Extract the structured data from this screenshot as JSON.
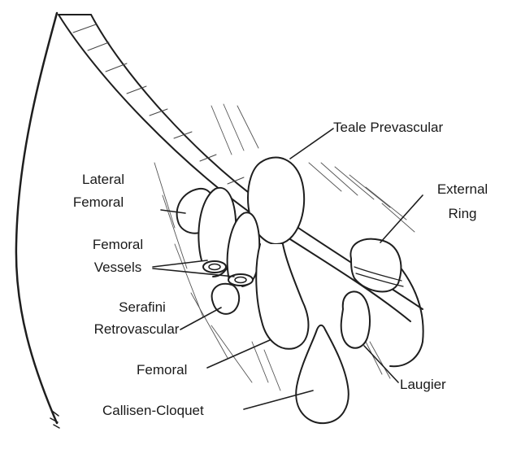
{
  "labels": {
    "teale_prevascular": "Teale Prevascular",
    "lateral_femoral_1": "Lateral",
    "lateral_femoral_2": "Femoral",
    "external_ring_1": "External",
    "external_ring_2": "Ring",
    "femoral_vessels_1": "Femoral",
    "femoral_vessels_2": "Vessels",
    "serafini_1": "Serafini",
    "serafini_2": "Retrovascular",
    "femoral": "Femoral",
    "laugier": "Laugier",
    "callisen_cloquet": "Callisen-Cloquet"
  }
}
